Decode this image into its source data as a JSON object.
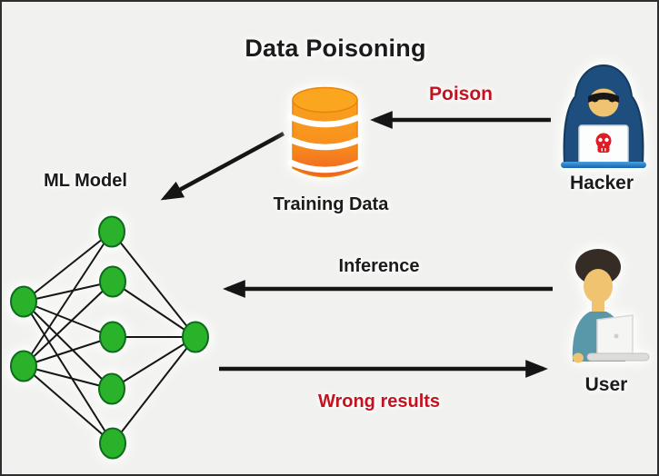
{
  "title": "Data Poisoning",
  "labels": {
    "training_data": "Training Data",
    "ml_model": "ML Model",
    "hacker": "Hacker",
    "user": "User",
    "poison": "Poison",
    "inference": "Inference",
    "wrong_results": "Wrong results"
  },
  "colors": {
    "background": "#f1f1ef",
    "text": "#1b1b1b",
    "red_label": "#c41320",
    "arrow": "#151515",
    "node_fill": "#2ab32a",
    "node_stroke": "#0c6b1c",
    "db_gradient_top": "#f9a51d",
    "db_gradient_bottom": "#ef5a21",
    "hacker_hood": "#1d4e7e",
    "user_shirt": "#5898a8",
    "skin": "#efc36f",
    "skull": "#e01b24"
  }
}
